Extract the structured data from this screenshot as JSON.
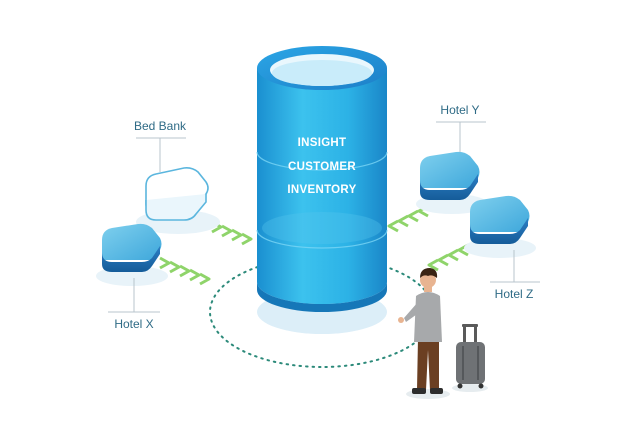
{
  "nodes": {
    "bed_bank": "Bed Bank",
    "hotel_x": "Hotel X",
    "hotel_y": "Hotel Y",
    "hotel_z": "Hotel Z"
  },
  "cylinder": {
    "layers": [
      "INSIGHT",
      "CUSTOMER",
      "INVENTORY"
    ]
  },
  "colors": {
    "cylinder": "#29b6e8",
    "node": "#4fb8e0",
    "node_side": "#1a6fa8",
    "arrow": "#8fd46a",
    "label": "#2f6b86",
    "connector": "#b9c4cc"
  }
}
